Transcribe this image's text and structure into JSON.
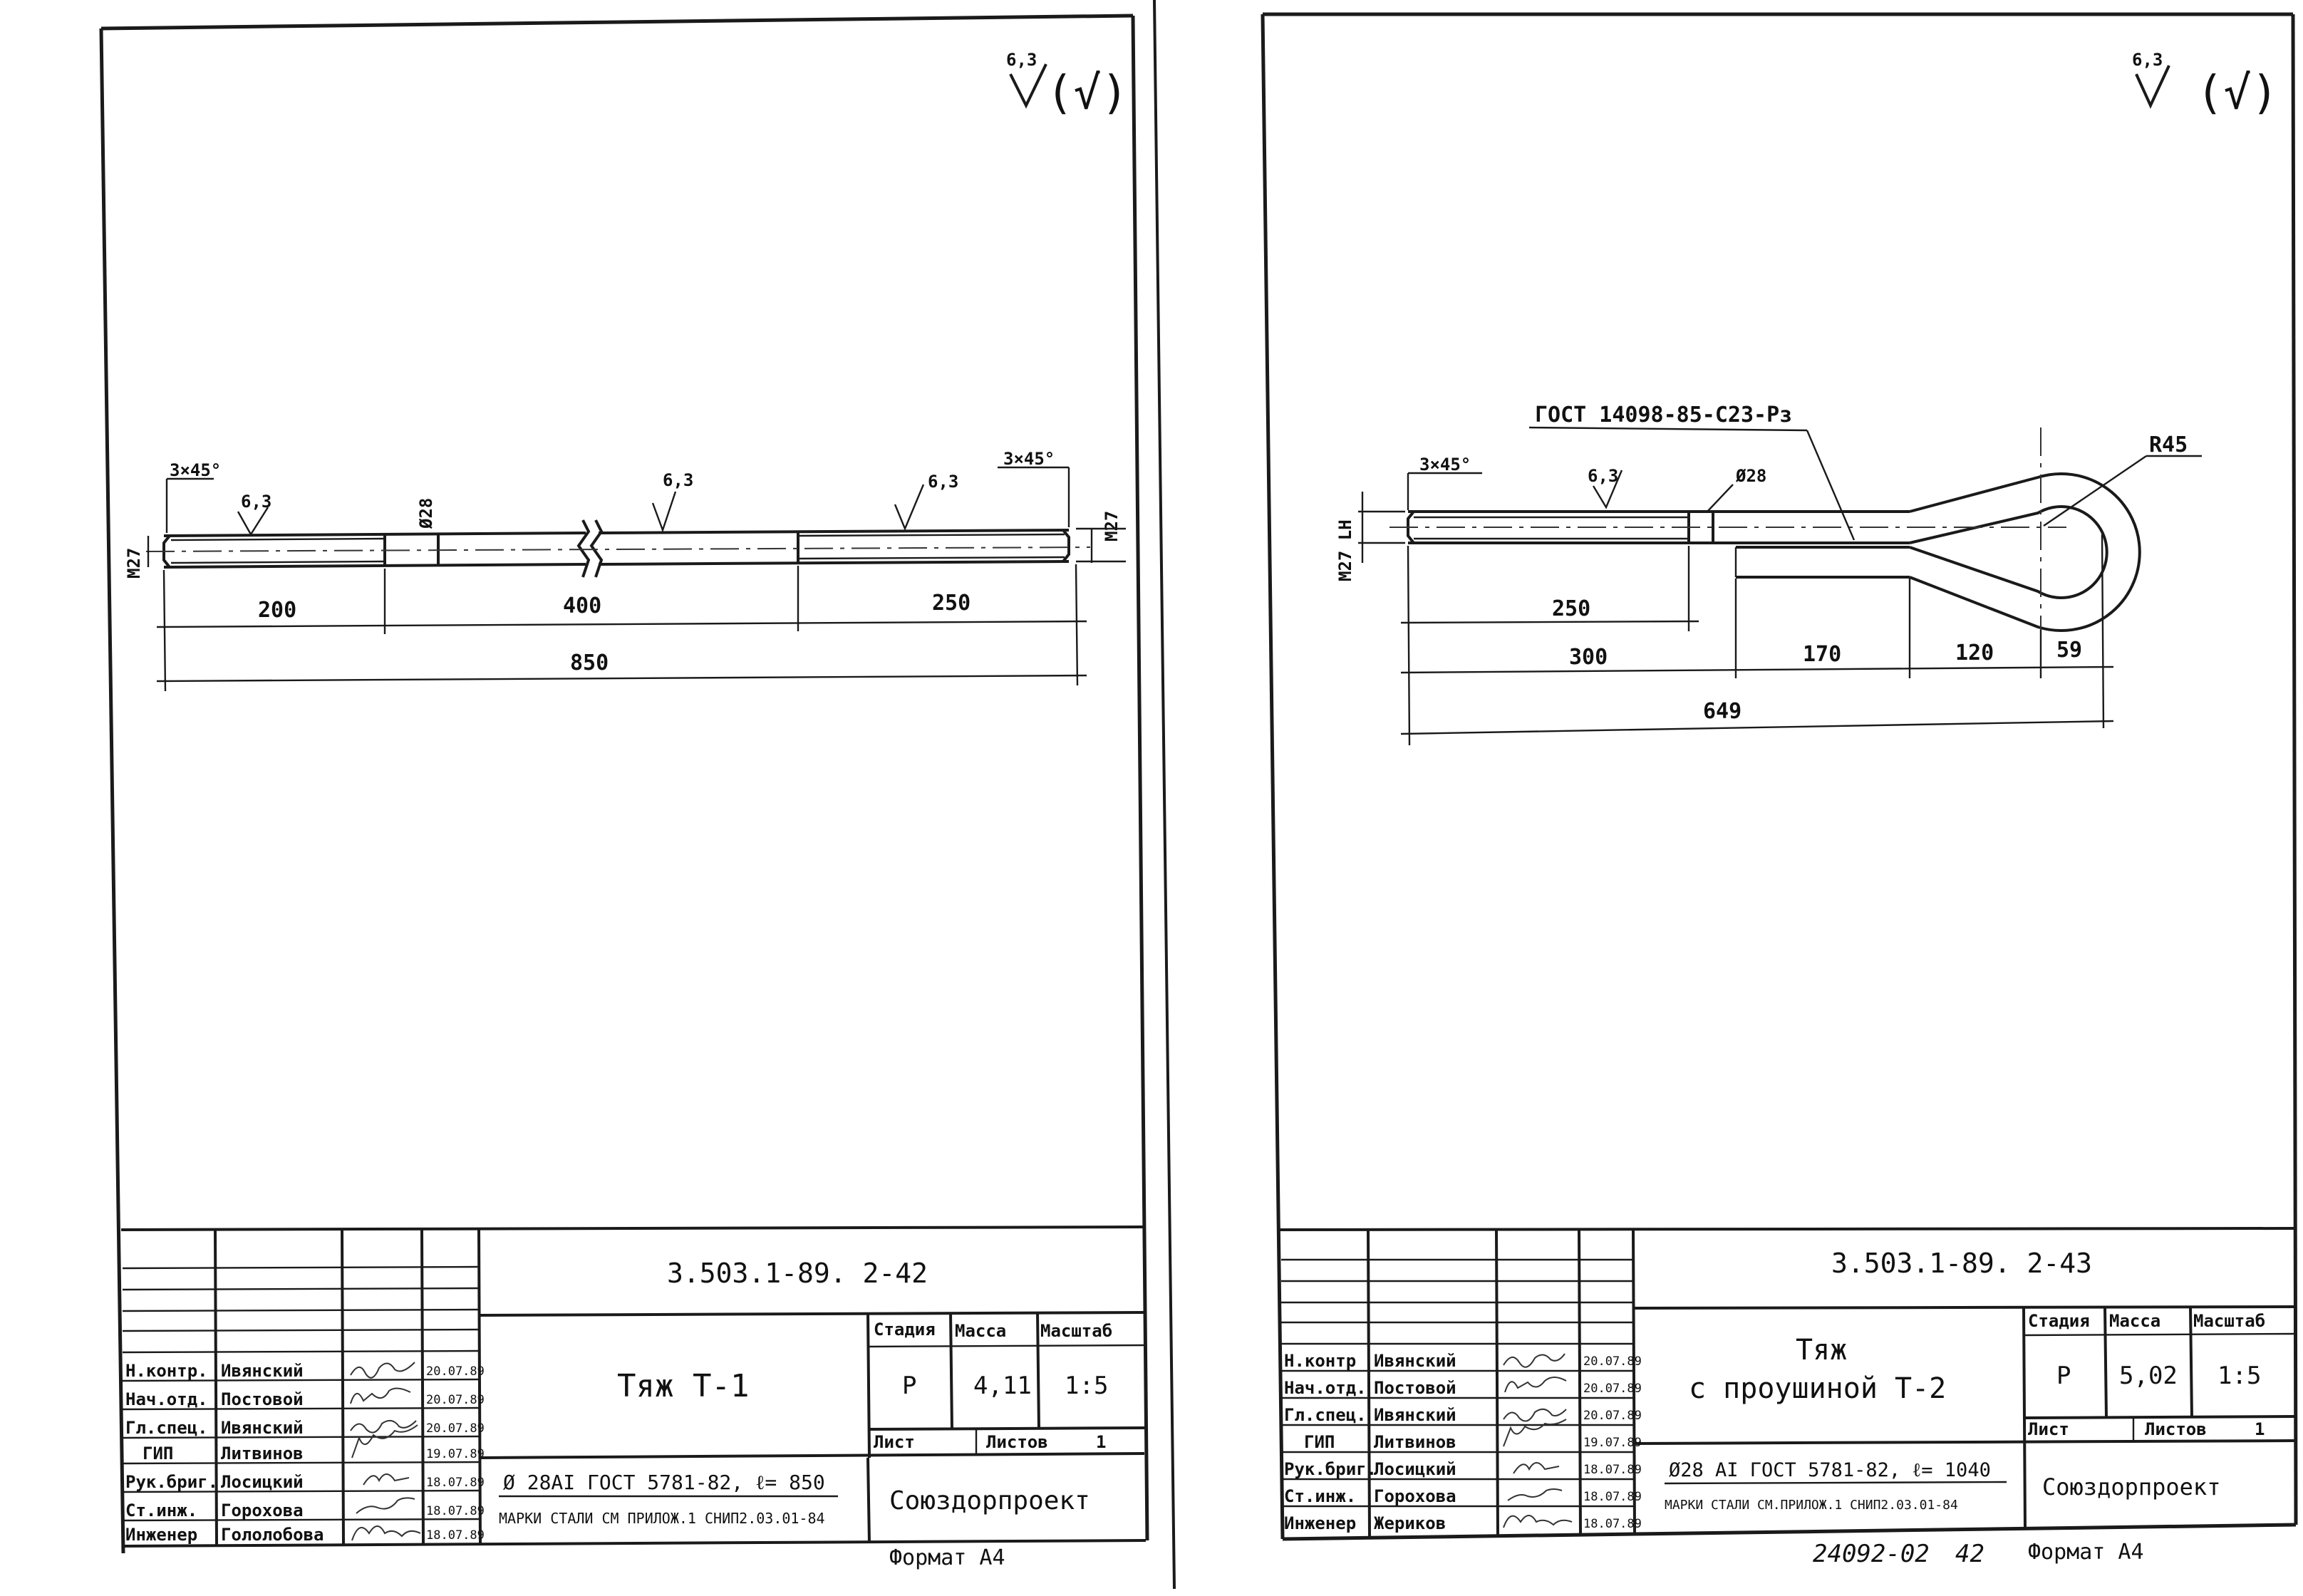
{
  "sheet_left": {
    "roughness": {
      "value": "6,3",
      "bracket": "(√)"
    },
    "drawing": {
      "chamfer_left": "3×45°",
      "chamfer_right": "3×45°",
      "thread_left": "M27",
      "thread_right": "M27",
      "diameter": "Ø28",
      "roughness_marks": [
        "6,3",
        "6,3",
        "6,3"
      ],
      "dims": [
        "200",
        "400",
        "250",
        "850"
      ]
    },
    "title_block": {
      "doc_number": "3.503.1-89. 2-42",
      "title": "Тяж  Т-1",
      "stage_label": "Стадия",
      "mass_label": "Масса",
      "scale_label": "Масштаб",
      "stage": "Р",
      "mass": "4,11",
      "scale": "1:5",
      "sheet_label": "Лист",
      "sheets_label": "Листов",
      "sheets": "1",
      "material": "Ø 28AI  ГОСТ 5781-82,  ℓ= 850",
      "steel_note": "МАРКИ СТАЛИ СМ ПРИЛОЖ.1 СНИП2.03.01-84",
      "org": "Союздорпроект",
      "roles": [
        "Н.контр.",
        "Нач.отд.",
        "Гл.спец.",
        "ГИП",
        "Рук.бриг.",
        "Ст.инж.",
        "Инженер"
      ],
      "names": [
        "Ивянский",
        "Постовой",
        "Ивянский",
        "Литвинов",
        "Лосицкий",
        "Горохова",
        "Гололобова"
      ],
      "dates": [
        "20.07.89",
        "20.07.89",
        "20.07.89",
        "19.07.89",
        "18.07.89",
        "18.07.89",
        "18.07.89"
      ],
      "format": "Формат А4"
    }
  },
  "sheet_right": {
    "roughness": {
      "value": "6,3",
      "bracket": "(√)"
    },
    "drawing": {
      "gost_note": "ГОСТ 14098-85-С23-Рз",
      "chamfer": "3×45°",
      "thread": "M27 LH",
      "roughness_mark": "6,3",
      "diameter": "Ø28",
      "radius": "R45",
      "dims": [
        "250",
        "300",
        "170",
        "120",
        "59",
        "649"
      ]
    },
    "title_block": {
      "doc_number": "3.503.1-89. 2-43",
      "title_line1": "Тяж",
      "title_line2": "с проушиной Т-2",
      "stage_label": "Стадия",
      "mass_label": "Масса",
      "scale_label": "Масштаб",
      "stage": "Р",
      "mass": "5,02",
      "scale": "1:5",
      "sheet_label": "Лист",
      "sheets_label": "Листов",
      "sheets": "1",
      "material": "Ø28 AI  ГОСТ 5781-82, ℓ= 1040",
      "steel_note": "МАРКИ СТАЛИ СМ.ПРИЛОЖ.1 СНИП2.03.01-84",
      "org": "Союздорпроект",
      "roles": [
        "Н.контр",
        "Нач.отд.",
        "Гл.спец.",
        "ГИП",
        "Рук.бриг.",
        "Ст.инж.",
        "Инженер"
      ],
      "names": [
        "Ивянский",
        "Постовой",
        "Ивянский",
        "Литвинов",
        "Лосицкий",
        "Горохова",
        "Жериков"
      ],
      "dates": [
        "20.07.89",
        "20.07.89",
        "20.07.89",
        "19.07.89",
        "18.07.89",
        "18.07.89",
        "18.07.89"
      ],
      "bottom_code": "24092-02",
      "page_number": "42",
      "format": "Формат А4"
    }
  }
}
